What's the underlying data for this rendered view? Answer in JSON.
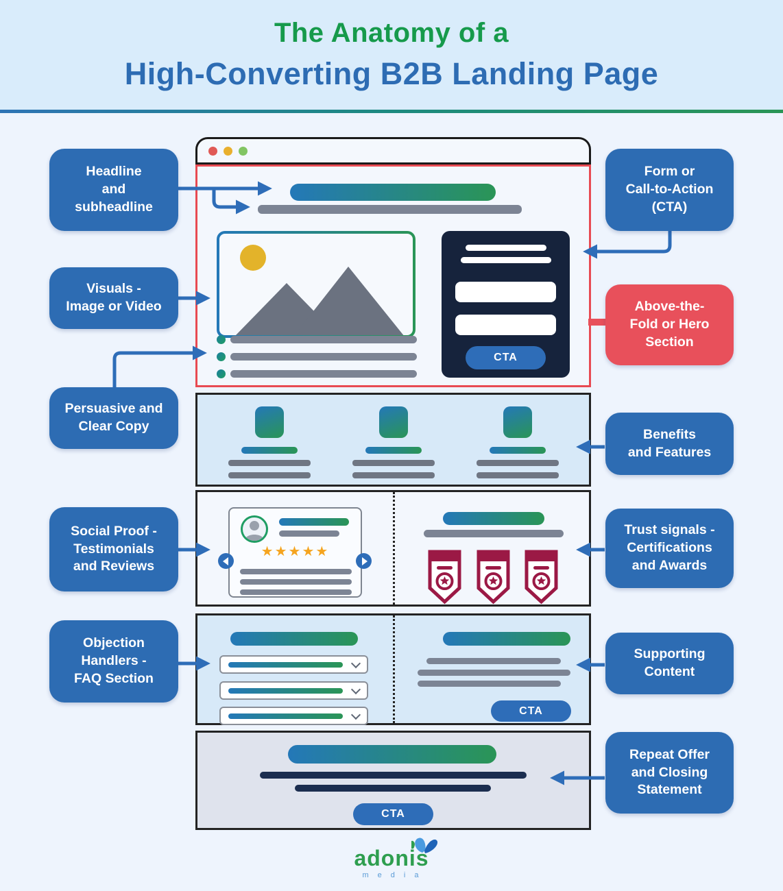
{
  "header": {
    "title_line1": "The Anatomy of a",
    "title_line2": "High-Converting B2B Landing Page"
  },
  "callouts": {
    "left": [
      {
        "label": "Headline\nand\nsubheadline"
      },
      {
        "label": "Visuals -\nImage or Video"
      },
      {
        "label": "Persuasive and\nClear Copy"
      },
      {
        "label": "Social Proof -\nTestimonials\nand Reviews"
      },
      {
        "label": "Objection\nHandlers -\nFAQ Section"
      }
    ],
    "right": [
      {
        "label": "Form or\nCall-to-Action\n(CTA)",
        "variant": "blue"
      },
      {
        "label": "Above-the-\nFold or Hero\nSection",
        "variant": "red"
      },
      {
        "label": "Benefits\nand Features",
        "variant": "blue"
      },
      {
        "label": "Trust signals -\nCertifications\nand Awards",
        "variant": "blue"
      },
      {
        "label": "Supporting\nContent",
        "variant": "blue"
      },
      {
        "label": "Repeat Offer\nand Closing\nStatement",
        "variant": "blue"
      }
    ]
  },
  "mockup": {
    "hero_form_cta": "CTA",
    "faq_cta": "CTA",
    "closing_cta": "CTA",
    "testimonial_stars": "★★★★★"
  },
  "footer": {
    "brand": "adonis",
    "brand_sub": "media"
  },
  "colors": {
    "header_bg": "#d9ecfb",
    "page_bg": "#eef4fd",
    "title_green": "#169a4b",
    "title_blue": "#2d6cb3",
    "callout_blue": "#2d6cb3",
    "callout_red": "#e8505b",
    "hero_border_red": "#e84a52",
    "gradient_start": "#2478b8",
    "gradient_end": "#2a9556",
    "form_navy": "#16233c",
    "cta_blue": "#2e6db8",
    "gray_bar": "#7c8494",
    "award_maroon": "#9b1945",
    "star_gold": "#f5a41f"
  }
}
